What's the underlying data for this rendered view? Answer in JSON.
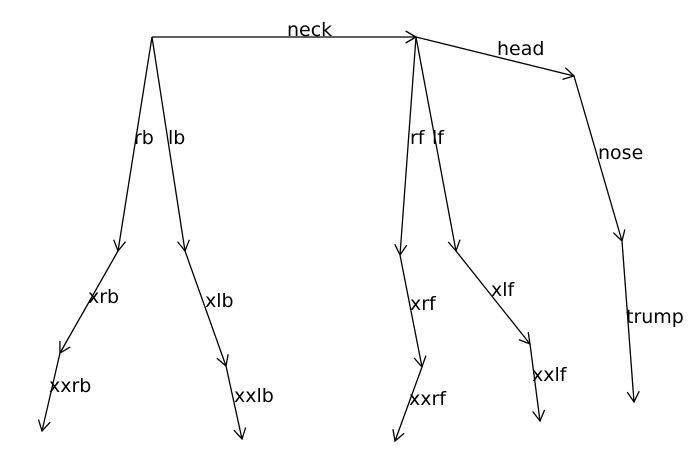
{
  "diagram": {
    "bones": [
      {
        "id": "neck",
        "label": "neck"
      },
      {
        "id": "head",
        "label": "head"
      },
      {
        "id": "nose",
        "label": "nose"
      },
      {
        "id": "trump",
        "label": "trump"
      },
      {
        "id": "rb",
        "label": "rb"
      },
      {
        "id": "lb",
        "label": "lb"
      },
      {
        "id": "xrb",
        "label": "xrb"
      },
      {
        "id": "xxrb",
        "label": "xxrb"
      },
      {
        "id": "xlb",
        "label": "xlb"
      },
      {
        "id": "xxlb",
        "label": "xxlb"
      },
      {
        "id": "rf",
        "label": "rf"
      },
      {
        "id": "lf",
        "label": "lf"
      },
      {
        "id": "xrf",
        "label": "xrf"
      },
      {
        "id": "xxrf",
        "label": "xxrf"
      },
      {
        "id": "xlf",
        "label": "xlf"
      },
      {
        "id": "xxlf",
        "label": "xxlf"
      }
    ]
  }
}
